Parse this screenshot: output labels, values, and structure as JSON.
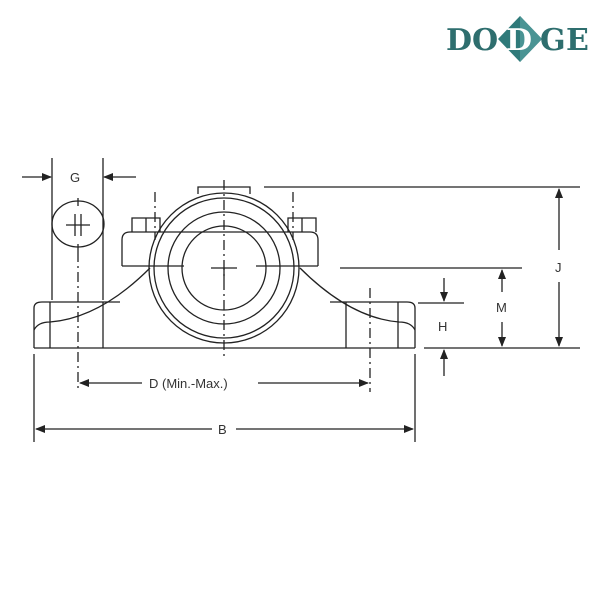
{
  "brand": {
    "name": "DODGE",
    "letters": [
      "D",
      "O",
      "D",
      "G",
      "E"
    ],
    "text_color": "#2e6e6e",
    "diamond_color_dark": "#2f7a7a",
    "diamond_color_light": "#4a9494",
    "highlight_letter_color": "#ffffff"
  },
  "diagram": {
    "title": "Pillow block bearing dimension drawing",
    "line_color": "#222222",
    "labels": {
      "G": "G",
      "J": "J",
      "M": "M",
      "H": "H",
      "D": "D (Min.-Max.)",
      "B": "B"
    }
  }
}
